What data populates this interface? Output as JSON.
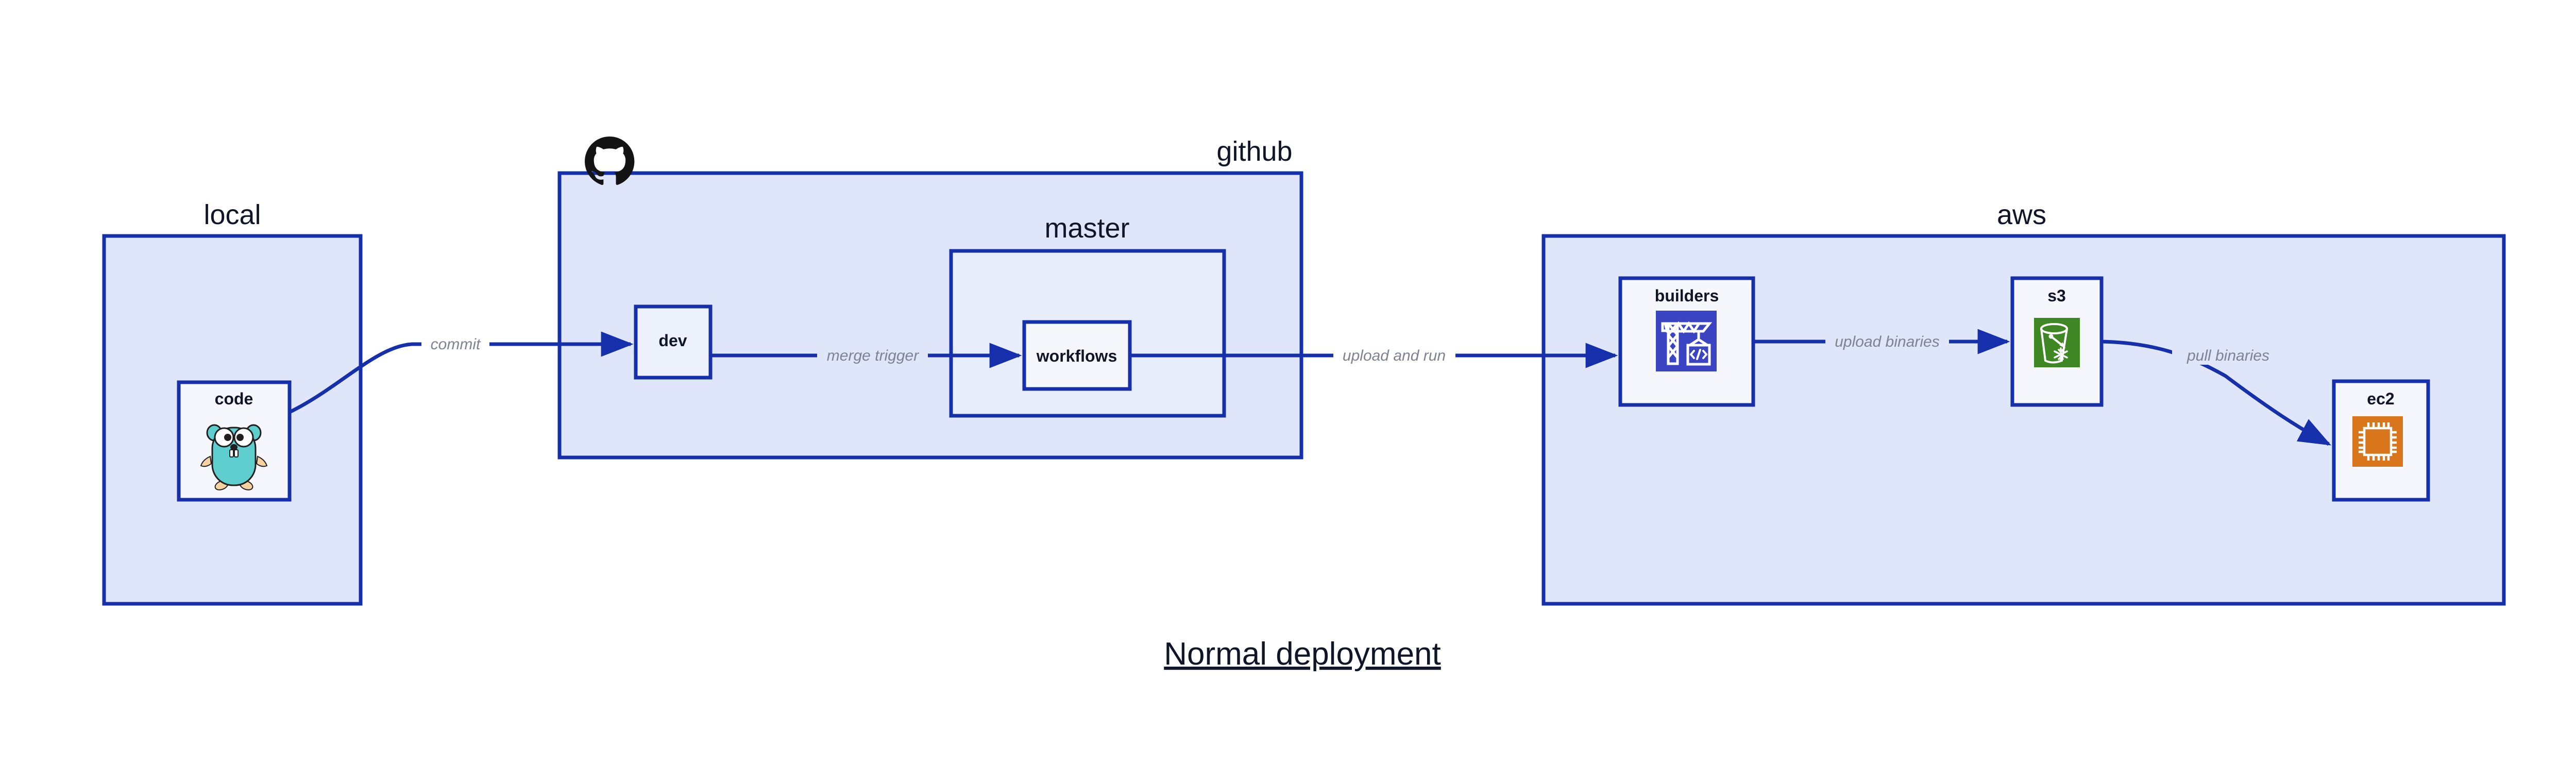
{
  "title": "Normal deployment",
  "colors": {
    "edge_blue": "#1630ab",
    "group_fill": "#e0e6fa",
    "subgroup_fill": "#e8edfb",
    "node_fill": "#edf1fc",
    "node_fill_light": "#f5f7fd",
    "label_dark": "#111528",
    "edge_label_gray": "#7d8391",
    "go_cyan": "#5ececf",
    "builders_indigo": "#3b45c4",
    "s3_green": "#3f8624",
    "ec2_orange": "#d9761b",
    "github_black": "#141414",
    "background": "#ffffff"
  },
  "groups": [
    {
      "id": "local",
      "label": "local"
    },
    {
      "id": "github",
      "label": "github"
    },
    {
      "id": "master",
      "label": "master"
    },
    {
      "id": "aws",
      "label": "aws"
    }
  ],
  "nodes": [
    {
      "id": "code",
      "label": "code",
      "icon": "go-gopher-icon"
    },
    {
      "id": "dev",
      "label": "dev",
      "icon": "none"
    },
    {
      "id": "workflows",
      "label": "workflows",
      "icon": "none"
    },
    {
      "id": "builders",
      "label": "builders",
      "icon": "crane-code-icon"
    },
    {
      "id": "s3",
      "label": "s3",
      "icon": "s3-bucket-icon"
    },
    {
      "id": "ec2",
      "label": "ec2",
      "icon": "cpu-chip-icon"
    }
  ],
  "edges": [
    {
      "from": "code",
      "to": "dev",
      "label": "commit"
    },
    {
      "from": "dev",
      "to": "workflows",
      "label": "merge trigger"
    },
    {
      "from": "workflows",
      "to": "builders",
      "label": "upload and run"
    },
    {
      "from": "builders",
      "to": "s3",
      "label": "upload binaries"
    },
    {
      "from": "s3",
      "to": "ec2",
      "label": "pull binaries"
    }
  ],
  "icons": {
    "github_logo": "github-octocat-icon"
  }
}
